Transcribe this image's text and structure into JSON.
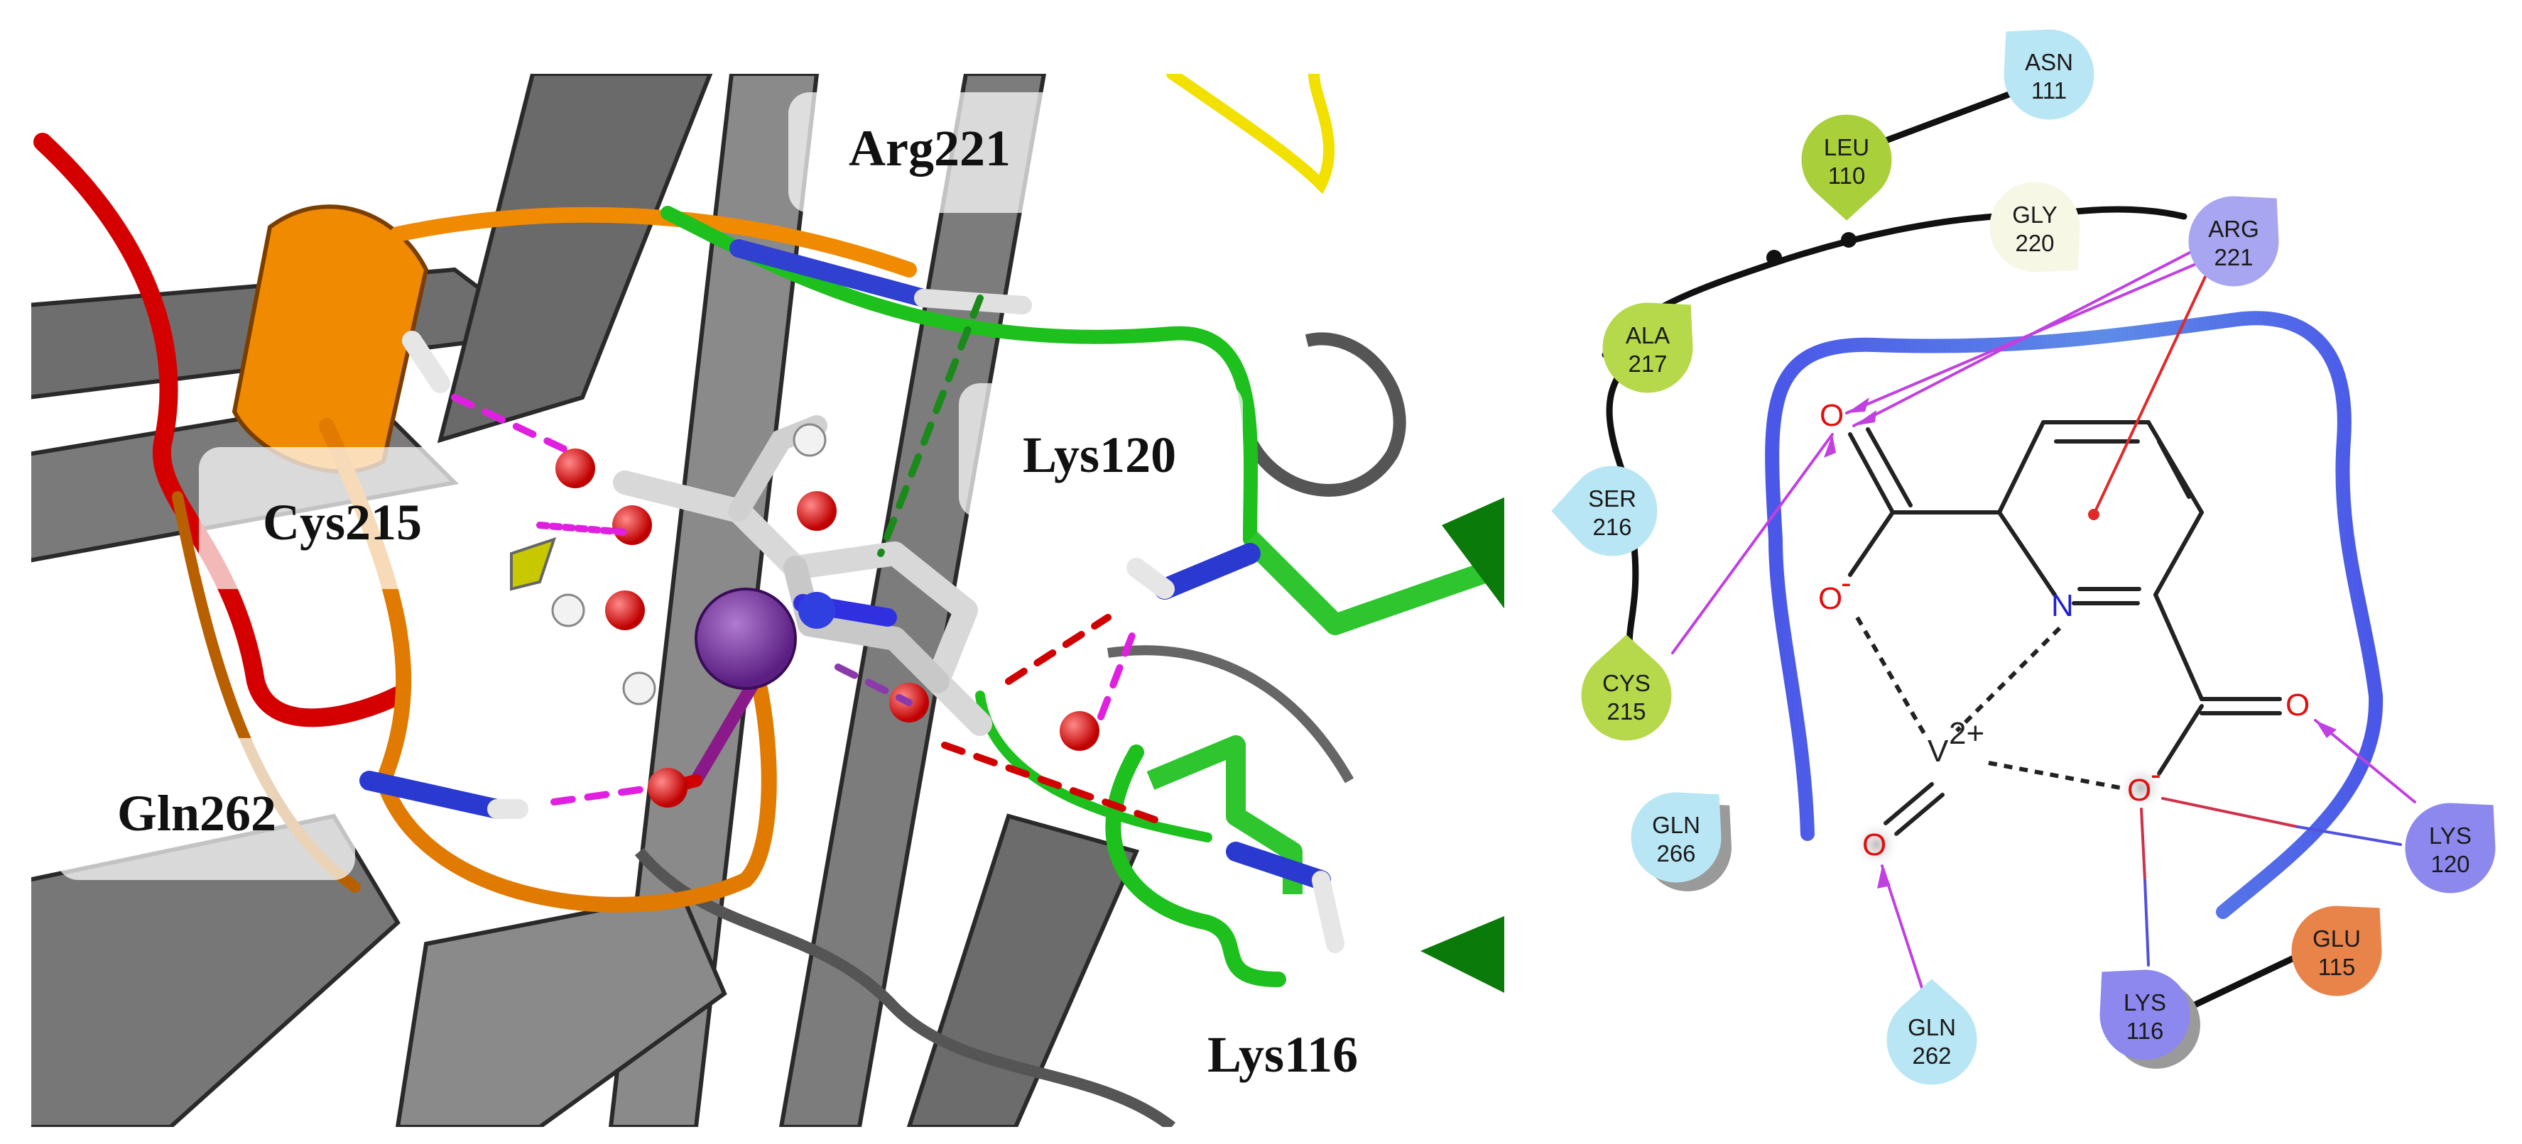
{
  "left_panel": {
    "labels": [
      {
        "id": "arg221",
        "text": "Arg221"
      },
      {
        "id": "lys120",
        "text": "Lys120"
      },
      {
        "id": "cys215",
        "text": "Cys215"
      },
      {
        "id": "gln262",
        "text": "Gln262"
      },
      {
        "id": "lys116",
        "text": "Lys116"
      }
    ]
  },
  "right_panel": {
    "residues": [
      {
        "id": "asn111",
        "code": "ASN",
        "num": "111",
        "color": "#b9e6f4"
      },
      {
        "id": "leu110",
        "code": "LEU",
        "num": "110",
        "color": "#a9cf3a"
      },
      {
        "id": "gly220",
        "code": "GLY",
        "num": "220",
        "color": "#f7f7e6"
      },
      {
        "id": "arg221",
        "code": "ARG",
        "num": "221",
        "color": "#a8a6f0"
      },
      {
        "id": "ala217",
        "code": "ALA",
        "num": "217",
        "color": "#b5d94a"
      },
      {
        "id": "ser216",
        "code": "SER",
        "num": "216",
        "color": "#b9e6f4"
      },
      {
        "id": "cys215",
        "code": "CYS",
        "num": "215",
        "color": "#b5d94a"
      },
      {
        "id": "gln266",
        "code": "GLN",
        "num": "266",
        "color": "#b9e6f4"
      },
      {
        "id": "gln262",
        "code": "GLN",
        "num": "262",
        "color": "#b9e6f4"
      },
      {
        "id": "lys116",
        "code": "LYS",
        "num": "116",
        "color": "#8c88ee"
      },
      {
        "id": "glu115",
        "code": "GLU",
        "num": "115",
        "color": "#e8834a"
      },
      {
        "id": "lys120",
        "code": "LYS",
        "num": "120",
        "color": "#8c88ee"
      }
    ],
    "atoms": {
      "o_top": "O",
      "o_left_minus": "O",
      "o_left_minus_charge": "-",
      "n": "N",
      "o_right": "O",
      "o_right_minus": "O",
      "o_right_minus_charge": "-",
      "vanadium": "V",
      "vanadium_charge": "2+",
      "o_vanadyl": "O"
    },
    "colors": {
      "pocket_blue": "#4a57e8",
      "pocket_light": "#8fc4f0",
      "hbond_arrow": "#c040e0",
      "pi_cation": "#e02a2a",
      "salt_bridge_red": "#d0304a",
      "salt_bridge_blue": "#5050e0"
    }
  }
}
